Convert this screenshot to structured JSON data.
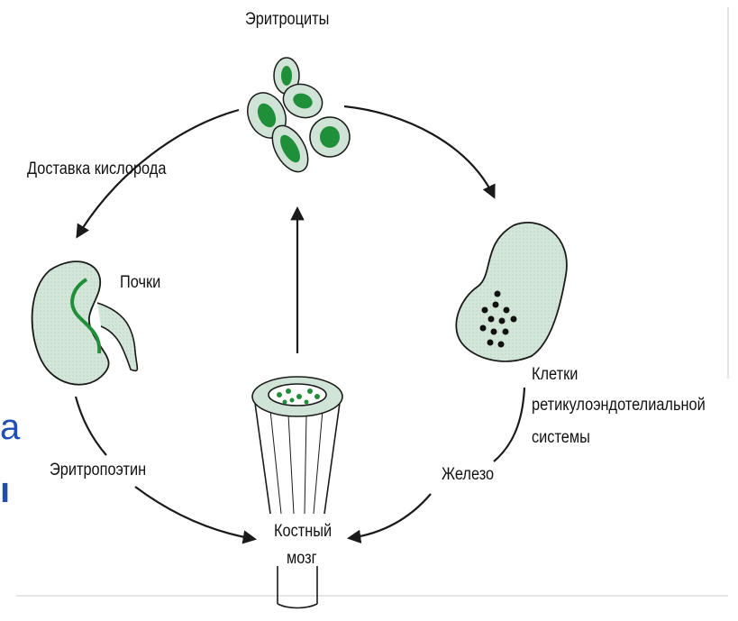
{
  "labels": {
    "erythrocytes": "Эритроциты",
    "oxygen_delivery": "Доставка кислорода",
    "kidneys": "Почки",
    "res_cells_line1": "Клетки",
    "res_cells_line2": "ретикулоэндотелиальной",
    "res_cells_line3": "системы",
    "erythropoietin": "Эритропоэтин",
    "iron": "Железо",
    "bone_marrow_line1": "Костный",
    "bone_marrow_line2": "мозг"
  },
  "side_fragments": {
    "upper": "а",
    "lower": "ı"
  },
  "colors": {
    "organ_fill": "#cfe3d6",
    "cell_nucleus": "#1f8f3a",
    "outline": "#1a1a1a",
    "side_text": "#1f4fb5"
  }
}
